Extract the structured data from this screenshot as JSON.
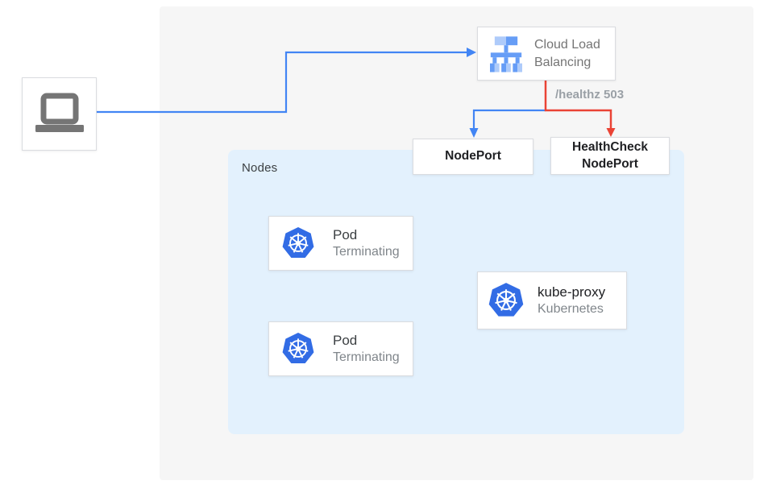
{
  "diagram": {
    "client": {
      "icon": "laptop-icon"
    },
    "cloud_load_balancing": {
      "label": "Cloud Load Balancing",
      "icon": "load-balancer-icon"
    },
    "healthz_label": "/healthz 503",
    "nodeport": {
      "label": "NodePort"
    },
    "healthcheck_nodeport": {
      "label": "HealthCheck NodePort"
    },
    "nodes_group": {
      "label": "Nodes"
    },
    "pods": [
      {
        "label": "Pod",
        "status": "Terminating",
        "icon": "kubernetes-icon"
      },
      {
        "label": "Pod",
        "status": "Terminating",
        "icon": "kubernetes-icon"
      }
    ],
    "kube_proxy": {
      "label": "kube-proxy",
      "sublabel": "Kubernetes",
      "icon": "kubernetes-icon"
    },
    "colors": {
      "blue_flow": "#4285f4",
      "red_flow": "#ea4335",
      "kubernetes_blue": "#326ce5",
      "load_balancer_blue_light": "#aecbfa",
      "load_balancer_blue": "#669df6",
      "nodes_background": "#e3f1fd",
      "panel_background": "#f6f6f6",
      "muted_text": "#757575"
    }
  }
}
